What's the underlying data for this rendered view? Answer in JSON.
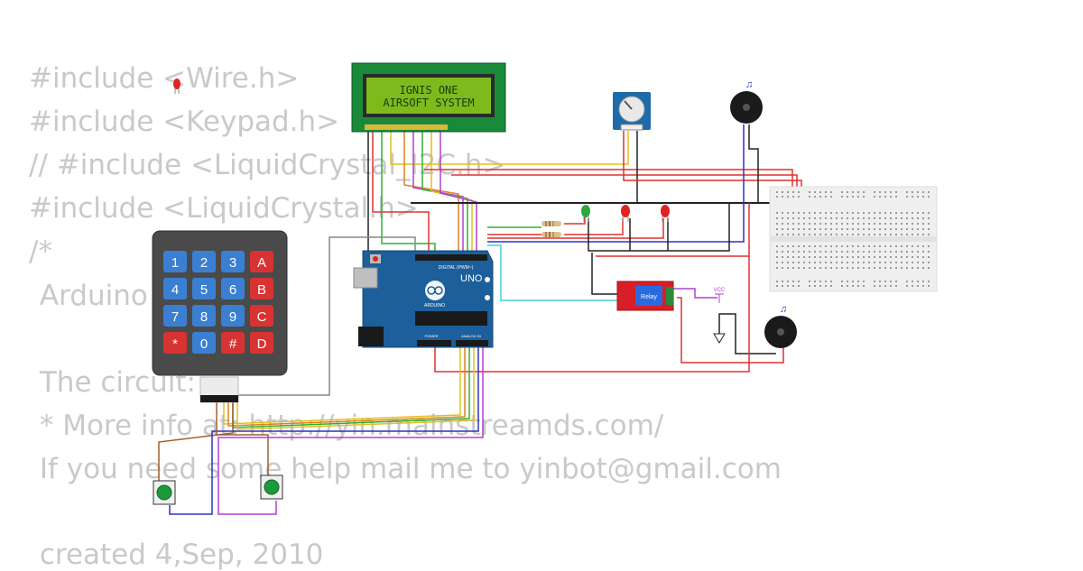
{
  "code_lines": [
    "#include <Wire.h>",
    "#include <Keypad.h>",
    "// #include <LiquidCrystal_I2C.h>",
    "#include <LiquidCrystal.h>",
    "/*",
    " Arduino",
    "",
    " The circuit:",
    " * More info at: http://yin.mainstreamds.com/",
    " If you need some help mail me to yinbot@gmail.com",
    "",
    " created 4,Sep, 2010"
  ],
  "lcd": {
    "line1": "IGNIS ONE",
    "line2": "AIRSOFT SYSTEM"
  },
  "keypad": {
    "keys": [
      "1",
      "2",
      "3",
      "A",
      "4",
      "5",
      "6",
      "B",
      "7",
      "8",
      "9",
      "C",
      "*",
      "0",
      "#",
      "D"
    ]
  },
  "arduino": {
    "brand": "ARDUINO",
    "model": "UNO",
    "digital_label": "DIGITAL (PWM~)",
    "power_label": "POWER",
    "analog_label": "ANALOG IN"
  },
  "relay": {
    "label": "Relay"
  },
  "vcc": {
    "label": "VCC"
  },
  "buzzer": {
    "note_symbol": "♫"
  },
  "colors": {
    "red_wire": "#e03030",
    "yellow_wire": "#e0c020",
    "green_wire": "#30b030",
    "purple_wire": "#b040d0",
    "black_wire": "#222222",
    "blue_wire": "#3030c0",
    "cyan_wire": "#40d0e0",
    "orange_wire": "#e08020",
    "brown_wire": "#a06030",
    "gray_wire": "#888888",
    "lcd_green": "#7dbb1c",
    "board_blue": "#1c5f9a",
    "relay_red": "#d81e28",
    "key_blue": "#3b7fd2",
    "key_red": "#d83333"
  }
}
